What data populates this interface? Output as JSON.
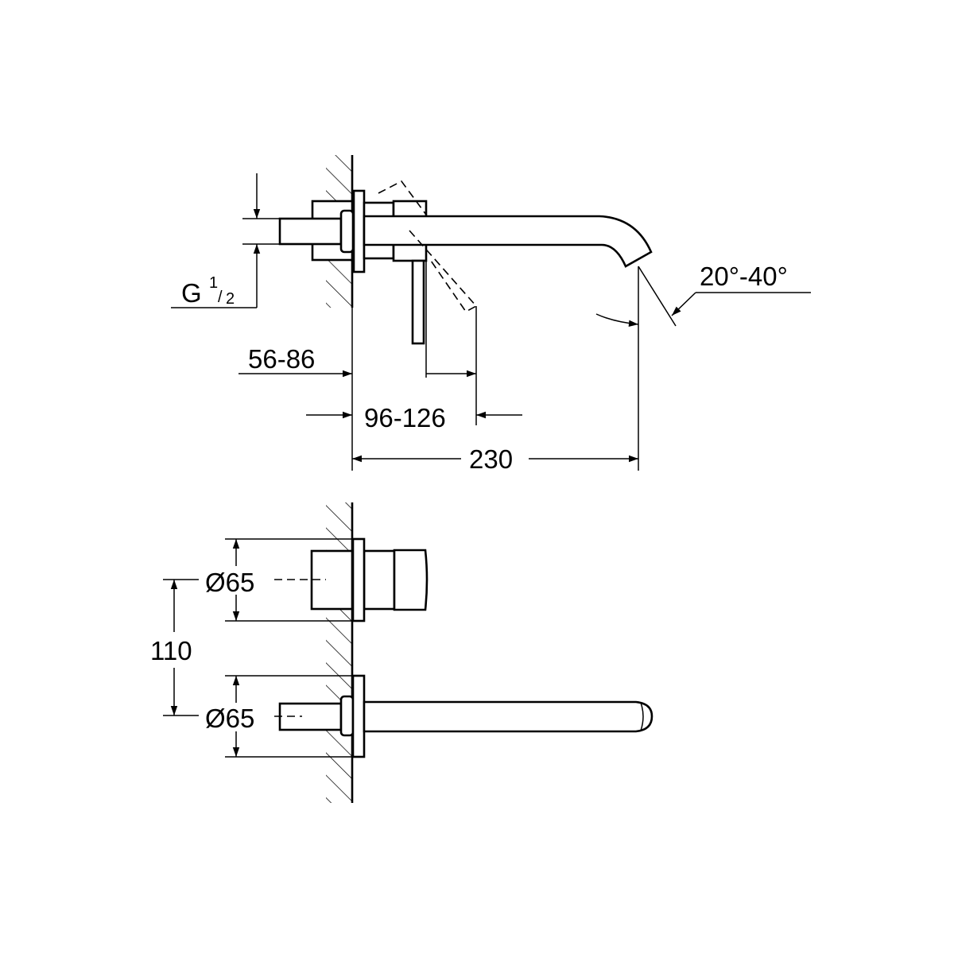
{
  "drawing": {
    "side_view": {
      "thread_label": "G",
      "thread_fraction_num": "1",
      "thread_fraction_den": "2",
      "wall_depth": "56-86",
      "lever_reach": "96-126",
      "spout_projection": "230",
      "spout_angle": "20°-40°"
    },
    "front_view": {
      "upper_diameter": "Ø65",
      "lower_diameter": "Ø65",
      "center_distance": "110"
    }
  },
  "colors": {
    "line": "#000000",
    "background": "#ffffff"
  }
}
